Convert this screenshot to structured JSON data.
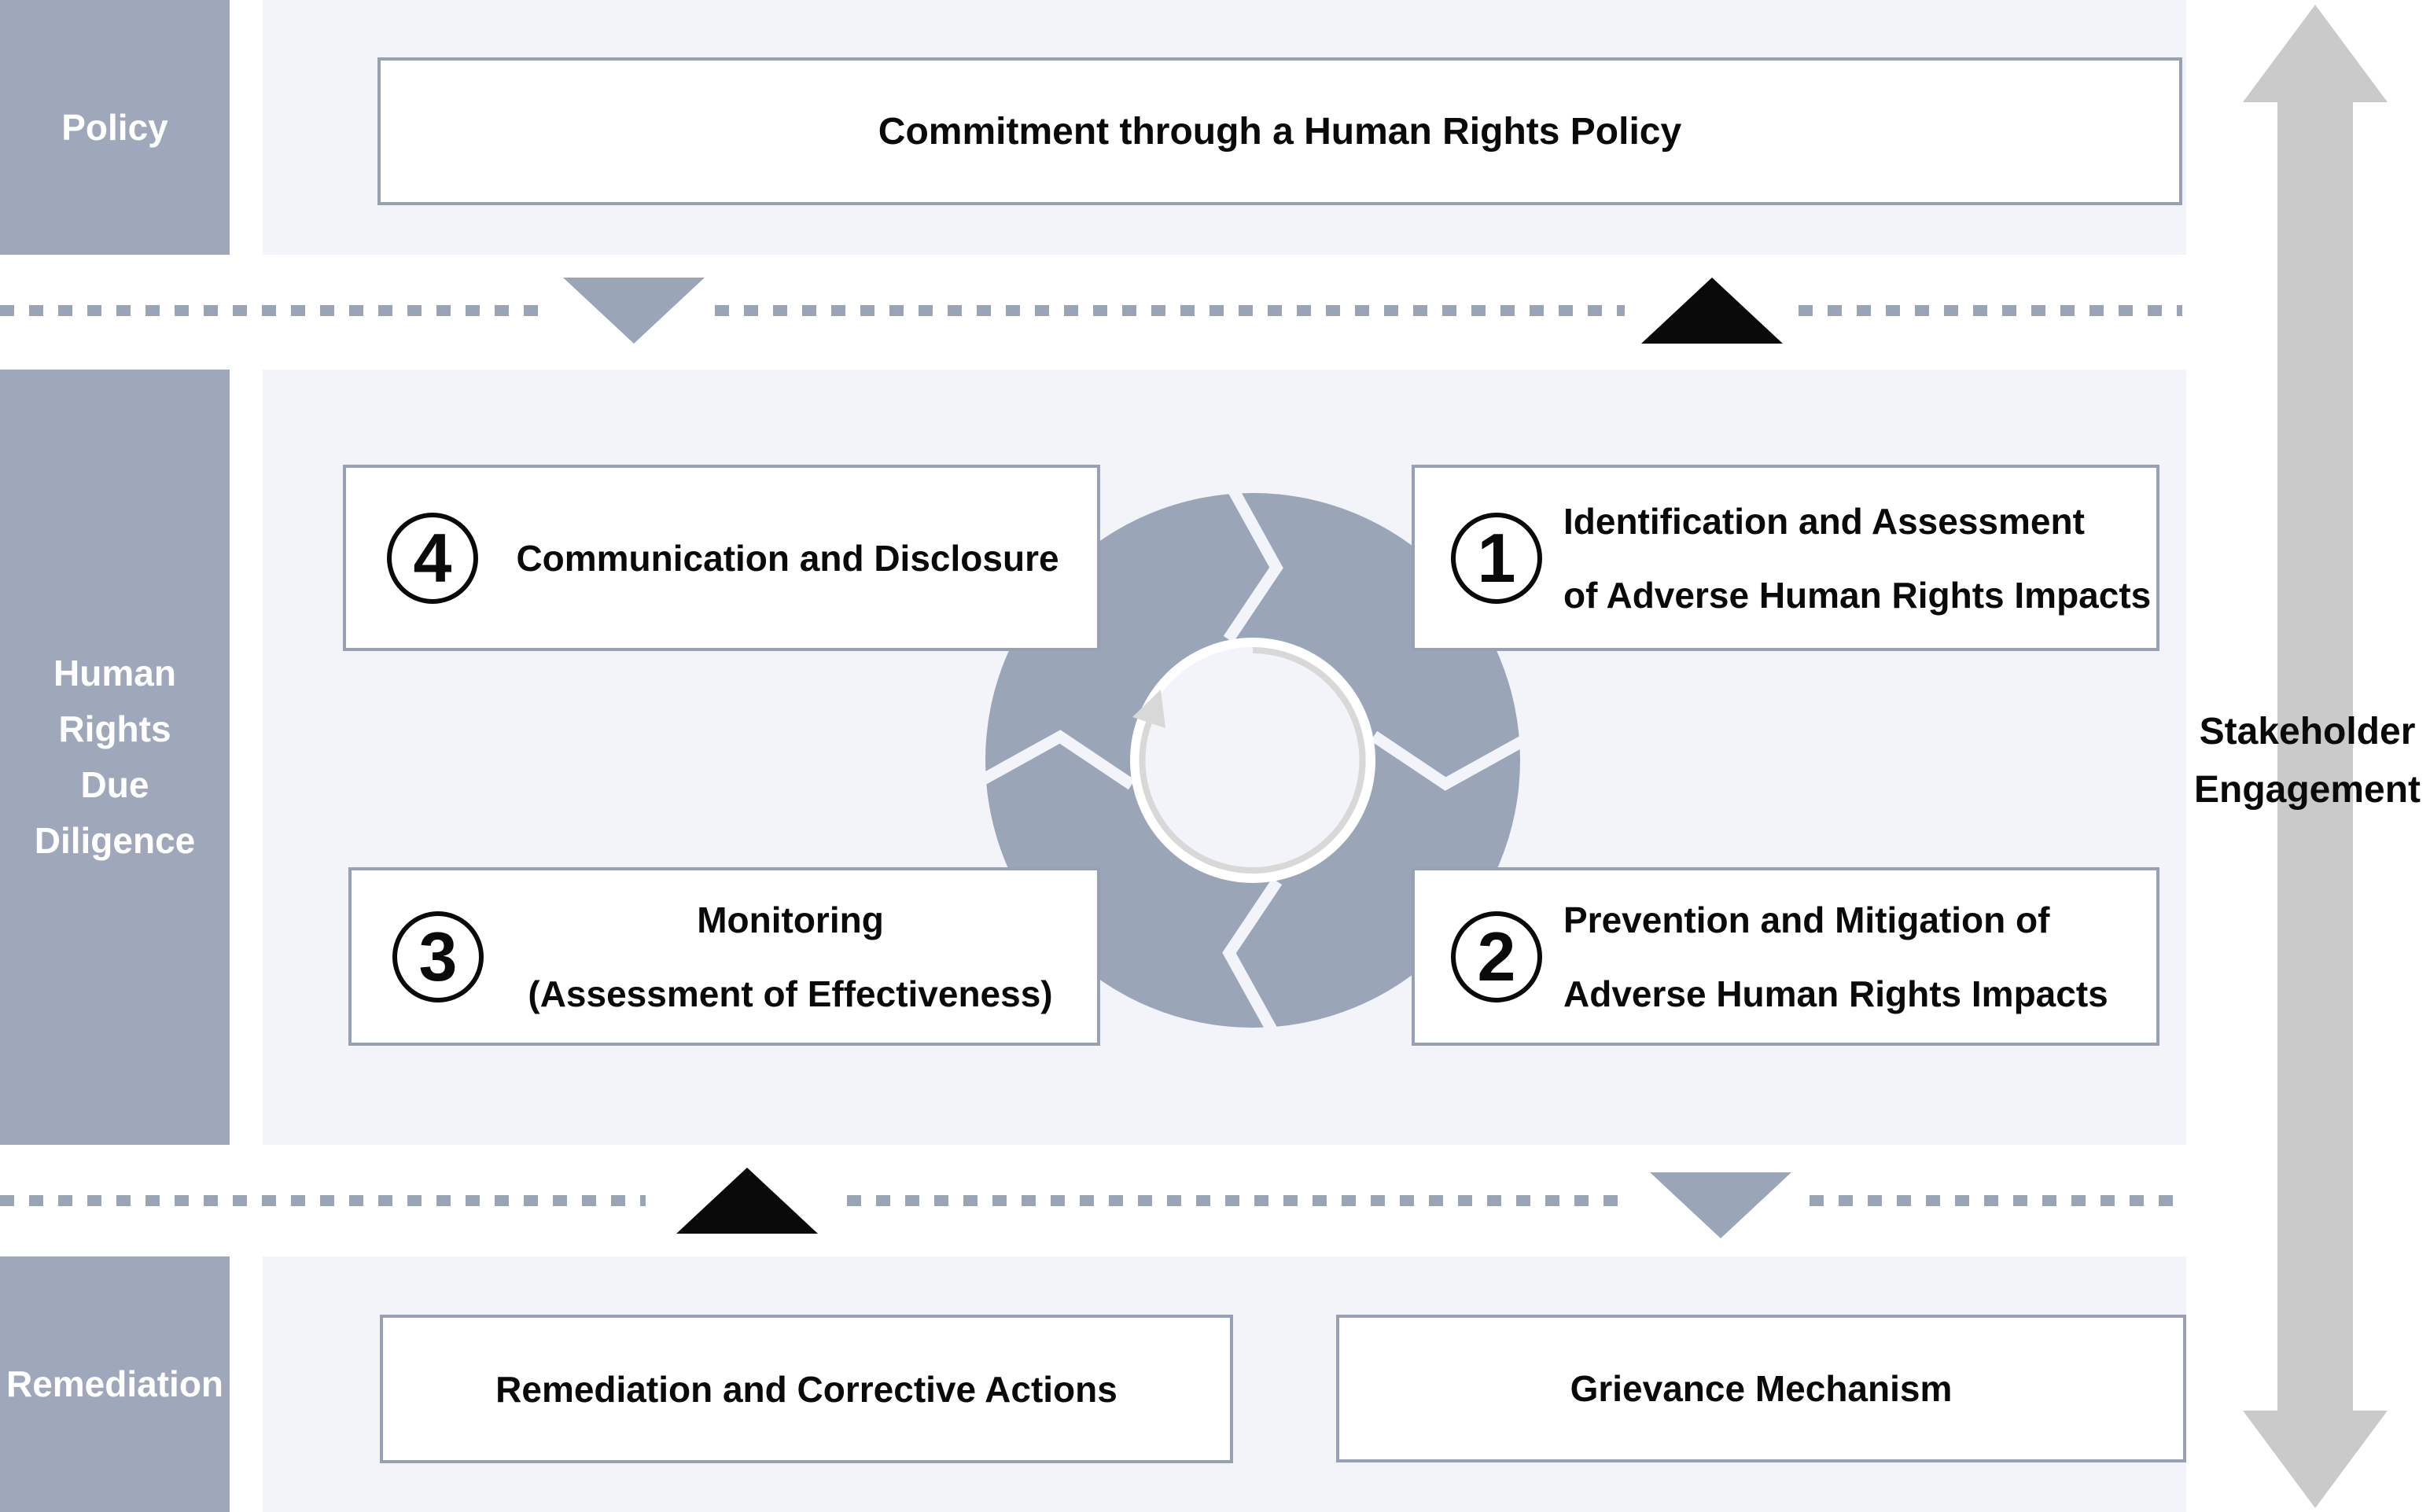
{
  "sidebar": {
    "policy": "Policy",
    "hrdd_l1": "Human",
    "hrdd_l2": "Rights",
    "hrdd_l3": "Due",
    "hrdd_l4": "Diligence",
    "remediation": "Remediation"
  },
  "boxes": {
    "commitment": {
      "label": "Commitment through a Human Rights Policy"
    },
    "step1": {
      "num": "1",
      "line1": "Identification and Assessment",
      "line2": "of Adverse Human Rights Impacts"
    },
    "step2": {
      "num": "2",
      "line1": "Prevention and Mitigation of",
      "line2": "Adverse Human Rights Impacts"
    },
    "step3": {
      "num": "3",
      "line1": "Monitoring",
      "line2": "(Assessment of Effectiveness)"
    },
    "step4": {
      "num": "4",
      "line1": "Communication and Disclosure"
    },
    "remediation_actions": {
      "label": "Remediation and Corrective Actions"
    },
    "grievance": {
      "label": "Grievance Mechanism"
    }
  },
  "right_rail": {
    "line1": "Stakeholder",
    "line2": "Engagement"
  },
  "icons": {
    "cycle": "clockwise-cycle-arrow",
    "separator_triangle_down": "down-triangle",
    "separator_triangle_up": "up-triangle",
    "rail": "vertical-double-headed-arrow"
  },
  "colors": {
    "sidebar_slate": "#9ea8ba",
    "cycle_slate": "#9aa5b8",
    "section_light": "#f3f4fa",
    "box_border": "#98a1b3",
    "dash": "#99a4b6",
    "black": "#0a0a0a",
    "rail_arrow_gray": "#cacaca",
    "inner_arc_gray": "#d8d8d8"
  }
}
